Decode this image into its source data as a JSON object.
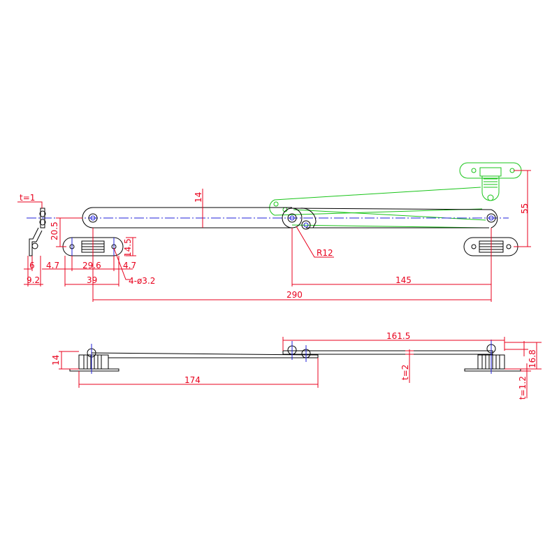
{
  "colors": {
    "part_outline": "#000000",
    "dimension": "#e8001c",
    "centerline": "#2020d8",
    "alternate_position": "#18c418",
    "background": "#ffffff"
  },
  "dimensions": {
    "thickness_left": "t=1",
    "pivot_offset": "20.5",
    "arm_width": "14",
    "bracket_height": "14.5",
    "hole_spec": "4-ø3.2",
    "hole_offset_left": "4.7",
    "hole_offset_right": "4.7",
    "hole_pitch": "29.6",
    "base_length": "39",
    "side_width_a": "6",
    "side_width_b": "9.2",
    "radius": "R12",
    "open_height": "55",
    "half_span": "145",
    "total_span": "290",
    "side_thickness": "14",
    "lower_arm_length": "174",
    "upper_arm_length": "161.5",
    "arm_thickness": "t=2",
    "side_height": "16.8",
    "bracket_thickness": "t=1.2"
  }
}
